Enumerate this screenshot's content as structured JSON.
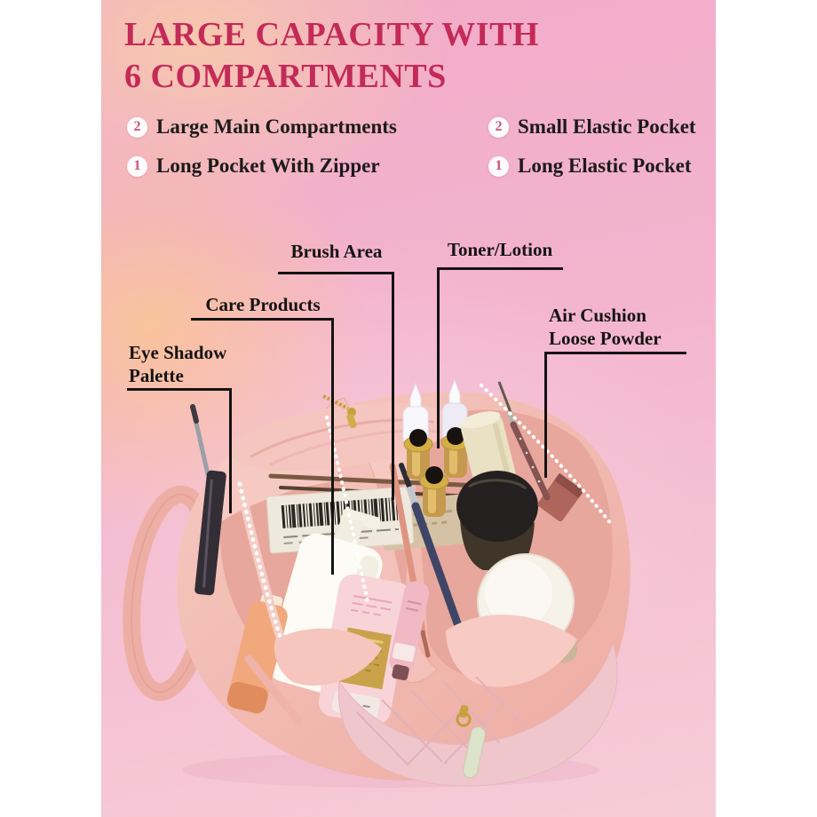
{
  "title": {
    "line1": "LARGE CAPACITY WITH",
    "line2": "6 COMPARTMENTS"
  },
  "features": [
    {
      "count": "2",
      "label": "Large Main Compartments"
    },
    {
      "count": "2",
      "label": "Small Elastic Pocket"
    },
    {
      "count": "1",
      "label": "Long Pocket With Zipper"
    },
    {
      "count": "1",
      "label": "Long Elastic Pocket"
    }
  ],
  "callouts": {
    "brush": {
      "label": "Brush Area"
    },
    "toner": {
      "label": "Toner/Lotion"
    },
    "care": {
      "label": "Care Products"
    },
    "eyeshadow": {
      "line1": "Eye Shadow",
      "line2": "Palette"
    },
    "aircushion": {
      "line1": "Air Cushion",
      "line2": "Loose Powder"
    }
  },
  "colors": {
    "title_accent": "#c32a58",
    "badge_number": "#cb537f",
    "leader_line": "#151313",
    "background_pink": "#f3b3cd",
    "background_peach": "#f8c9a2",
    "bag_pink": "#f0b7ae",
    "tassel_sage": "#dde2ca",
    "zipper_gold": "#c8a03c"
  }
}
